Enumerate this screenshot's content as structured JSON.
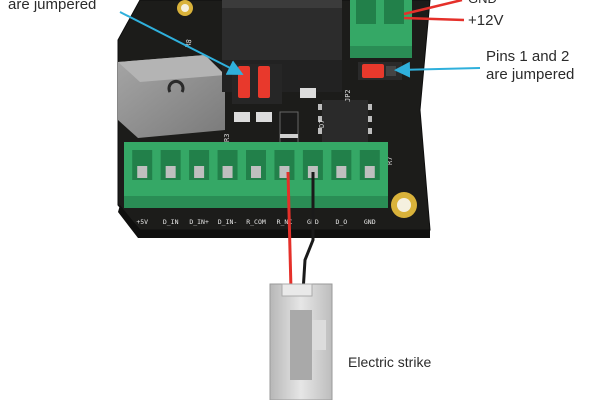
{
  "labels": {
    "left_jumper": "are jumpered",
    "gnd": "GND",
    "plus12v": "+12V",
    "right_jumper_line1": "Pins 1 and 2",
    "right_jumper_line2": "are jumpered",
    "electric_strike": "Electric strike"
  },
  "terminal_pins": [
    "+5V",
    "D_IN",
    "D_IN+",
    "D_IN-",
    "R_COM",
    "R_NC",
    "GND",
    "D_O",
    "GND"
  ],
  "silk": {
    "r3": "R3",
    "r8": "R8",
    "jp2": "JP2",
    "r7": "R7",
    "d7": "D7"
  },
  "colors": {
    "pcb": "#1c1c1a",
    "terminal": "#35a866",
    "terminal_dark": "#22804a",
    "jumper": "#e8392c",
    "arrow": "#2fb0dc",
    "red_wire": "#e5302a",
    "black_wire": "#1a1a1a",
    "relay": "#2c2c2c",
    "bridge": "#8f8f8f",
    "strike": "#cfcfcf"
  }
}
